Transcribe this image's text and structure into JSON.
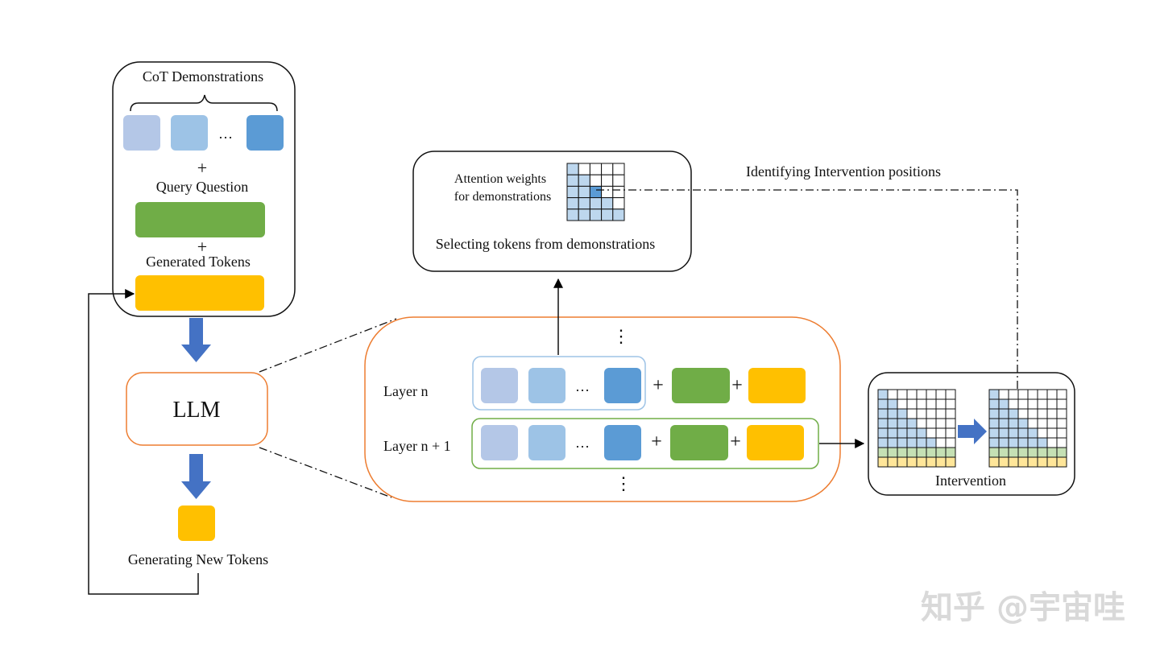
{
  "colors": {
    "token_light1": "#b4c7e7",
    "token_light2": "#9dc3e6",
    "token_dark": "#5b9bd5",
    "query_green": "#70ad47",
    "generated_yellow": "#ffc000",
    "llm_orange": "#ed7d31",
    "arrow_blue": "#4472c4",
    "layer_n_border": "#9dc3e6",
    "layer_n1_border": "#70ad47",
    "grid_blue": "#bdd7ee",
    "grid_green": "#c5e0b4",
    "grid_yellow": "#ffe699"
  },
  "input_box": {
    "title": "CoT Demonstrations",
    "ellipsis": "…",
    "plus1": "+",
    "query_label": "Query Question",
    "plus2": "+",
    "generated_label": "Generated Tokens"
  },
  "llm": {
    "label": "LLM"
  },
  "output": {
    "label": "Generating New Tokens"
  },
  "selection_box": {
    "attention_line1": "Attention weights",
    "attention_line2": "for demonstrations",
    "caption": "Selecting tokens from demonstrations"
  },
  "identify_label": "Identifying Intervention positions",
  "layers": {
    "dots_top": "⋮",
    "dots_bottom": "⋮",
    "layer_n": {
      "label": "Layer n",
      "ellipsis": "…",
      "plus1": "+",
      "plus2": "+"
    },
    "layer_n1": {
      "label": "Layer n + 1",
      "ellipsis": "…",
      "plus1": "+",
      "plus2": "+"
    }
  },
  "intervention": {
    "label": "Intervention"
  },
  "watermark": "知乎 @宇宙哇"
}
